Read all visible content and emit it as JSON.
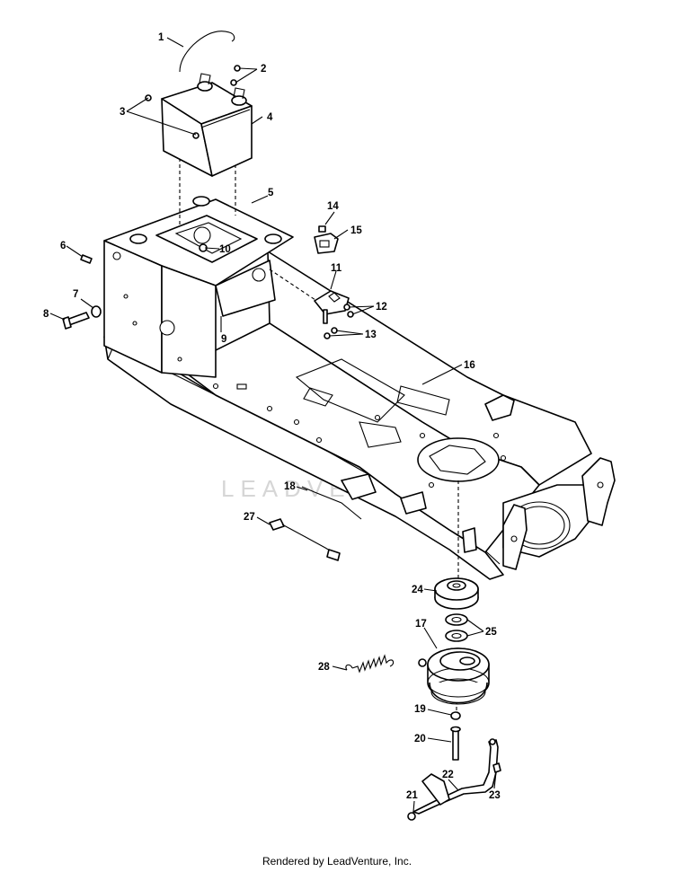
{
  "diagram": {
    "callouts": [
      {
        "id": "1",
        "label": "1"
      },
      {
        "id": "2",
        "label": "2"
      },
      {
        "id": "3",
        "label": "3"
      },
      {
        "id": "4",
        "label": "4"
      },
      {
        "id": "5",
        "label": "5"
      },
      {
        "id": "6",
        "label": "6"
      },
      {
        "id": "7",
        "label": "7"
      },
      {
        "id": "8",
        "label": "8"
      },
      {
        "id": "9",
        "label": "9"
      },
      {
        "id": "10",
        "label": "10"
      },
      {
        "id": "11",
        "label": "11"
      },
      {
        "id": "12",
        "label": "12"
      },
      {
        "id": "13",
        "label": "13"
      },
      {
        "id": "14",
        "label": "14"
      },
      {
        "id": "15",
        "label": "15"
      },
      {
        "id": "16",
        "label": "16"
      },
      {
        "id": "17",
        "label": "17"
      },
      {
        "id": "18",
        "label": "18"
      },
      {
        "id": "19",
        "label": "19"
      },
      {
        "id": "20",
        "label": "20"
      },
      {
        "id": "21",
        "label": "21"
      },
      {
        "id": "22",
        "label": "22"
      },
      {
        "id": "23",
        "label": "23"
      },
      {
        "id": "24",
        "label": "24"
      },
      {
        "id": "25",
        "label": "25"
      },
      {
        "id": "27",
        "label": "27"
      },
      {
        "id": "28",
        "label": "28"
      }
    ],
    "watermark": "LEADVENTURE"
  },
  "footer": {
    "text": "Rendered by LeadVenture, Inc."
  }
}
